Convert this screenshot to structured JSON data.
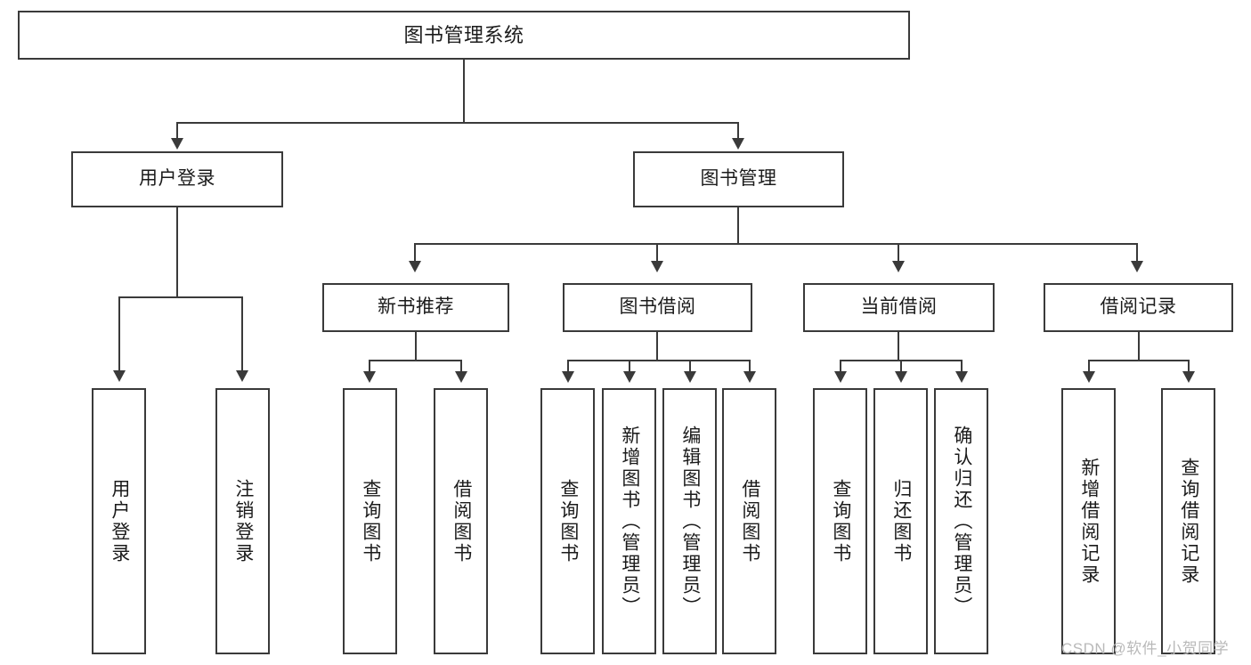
{
  "diagram": {
    "type": "tree-hierarchy-chart",
    "title": "图书管理系统",
    "orientation": "top-down",
    "colors": {
      "box_border": "#3a3a3a",
      "box_fill": "#ffffff",
      "connector": "#3a3a3a",
      "text": "#1b1b1b",
      "watermark": "#b9b9b9",
      "background": "#ffffff"
    },
    "root": {
      "label": "图书管理系统"
    },
    "level2": [
      {
        "id": "user-login",
        "label": "用户登录"
      },
      {
        "id": "book-management",
        "label": "图书管理"
      }
    ],
    "level3": [
      {
        "id": "new-book-recommend",
        "label": "新书推荐"
      },
      {
        "id": "book-borrow",
        "label": "图书借阅"
      },
      {
        "id": "current-borrow",
        "label": "当前借阅"
      },
      {
        "id": "borrow-record",
        "label": "借阅记录"
      }
    ],
    "leaves": {
      "user_login": [
        {
          "id": "leaf-user-login",
          "label": "用户登录"
        },
        {
          "id": "leaf-logout-login",
          "label": "注销登录"
        }
      ],
      "new_book_recommend": [
        {
          "id": "leaf-query-book-1",
          "label": "查询图书"
        },
        {
          "id": "leaf-borrow-book-1",
          "label": "借阅图书"
        }
      ],
      "book_borrow": [
        {
          "id": "leaf-query-book-2",
          "label": "查询图书"
        },
        {
          "id": "leaf-add-book-admin",
          "label": "新增图书（管理员）"
        },
        {
          "id": "leaf-edit-book-admin",
          "label": "编辑图书（管理员）"
        },
        {
          "id": "leaf-borrow-book-2",
          "label": "借阅图书"
        }
      ],
      "current_borrow": [
        {
          "id": "leaf-query-book-3",
          "label": "查询图书"
        },
        {
          "id": "leaf-return-book",
          "label": "归还图书"
        },
        {
          "id": "leaf-confirm-return-admin",
          "label": "确认归还（管理员）"
        }
      ],
      "borrow_record": [
        {
          "id": "leaf-add-borrow-record",
          "label": "新增借阅记录"
        },
        {
          "id": "leaf-query-borrow-record",
          "label": "查询借阅记录"
        }
      ]
    }
  },
  "watermark": {
    "text": "CSDN @软件_小贺同学"
  }
}
